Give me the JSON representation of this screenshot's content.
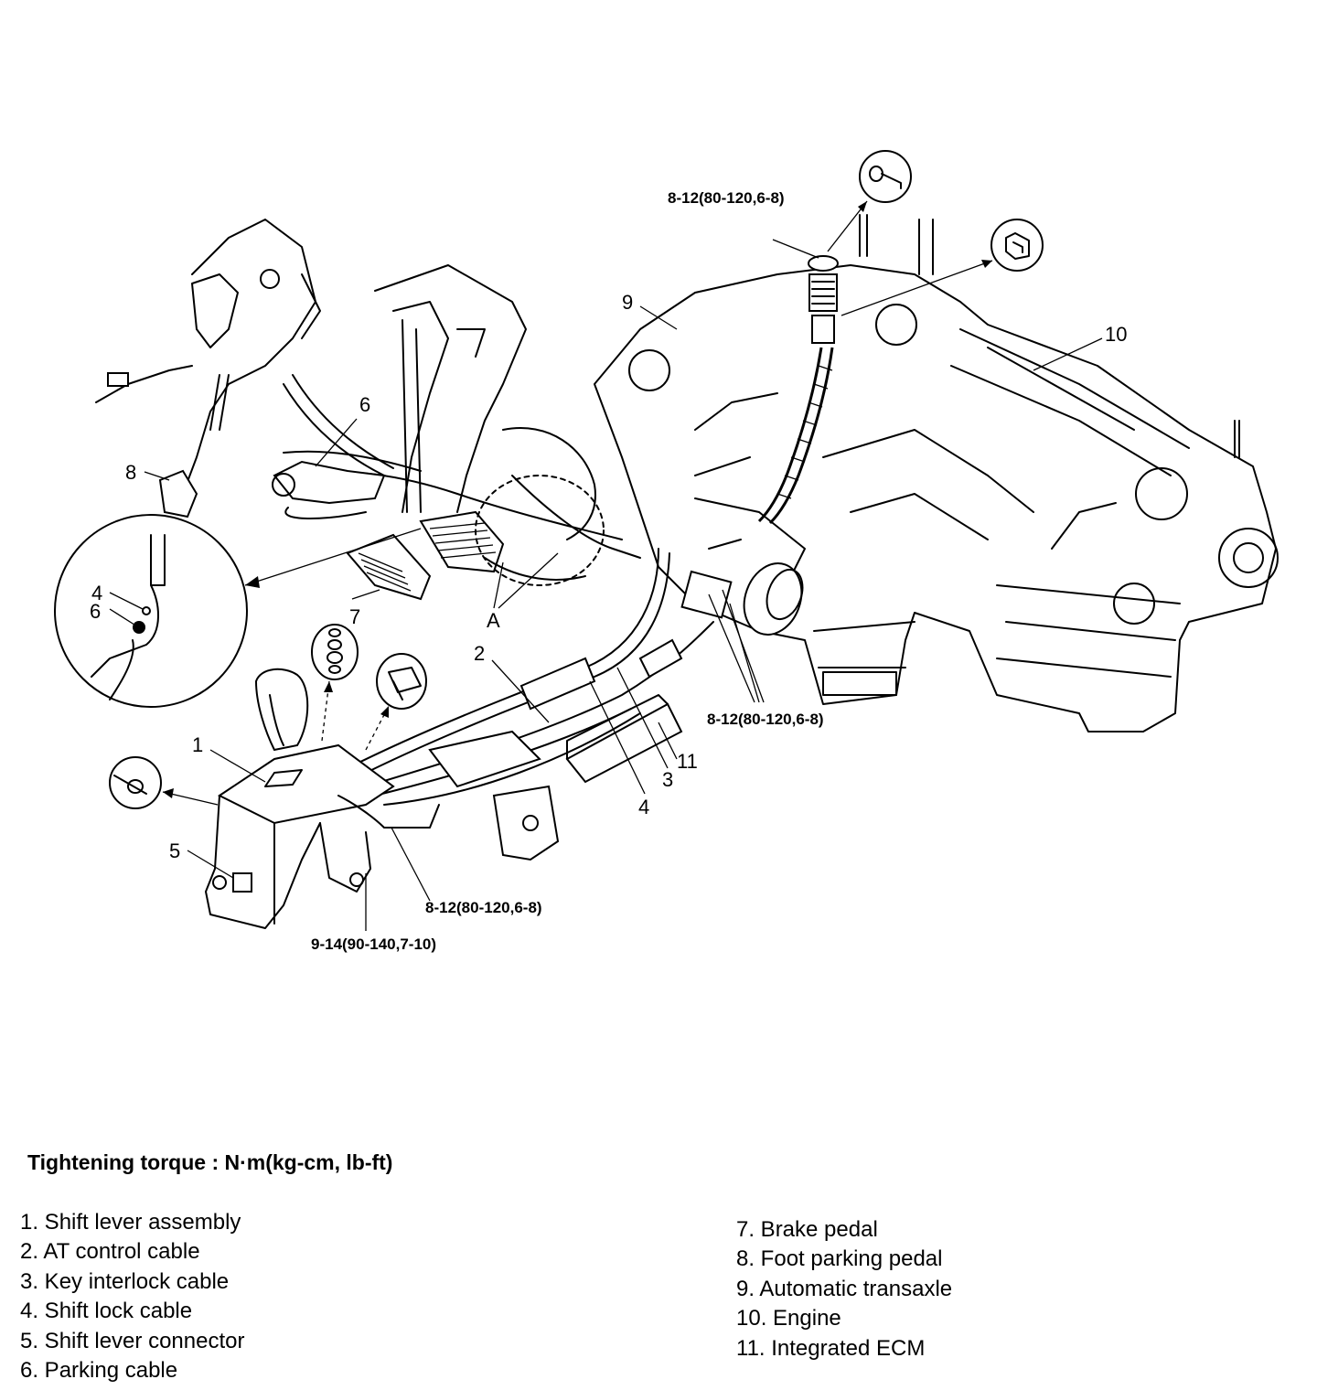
{
  "callouts": {
    "c1": "1",
    "c2": "2",
    "c3": "3",
    "c4": "4",
    "c5": "5",
    "c6": "6",
    "c7": "7",
    "c8": "8",
    "c9": "9",
    "c10": "10",
    "c11": "11",
    "a": "A",
    "detail_4": "4",
    "detail_6": "6"
  },
  "torque_labels": {
    "top_bracket": "8-12(80-120,6-8)",
    "transaxle_mount": "8-12(80-120,6-8)",
    "shift_bracket": "8-12(80-120,6-8)",
    "shift_base": "9-14(90-140,7-10)"
  },
  "legend": {
    "title": "Tightening torque : N·m(kg-cm, lb-ft)",
    "left": [
      "1. Shift lever assembly",
      "2. AT control cable",
      "3. Key interlock cable",
      "4. Shift lock cable",
      "5. Shift lever connector",
      "6. Parking cable"
    ],
    "right": [
      "7. Brake pedal",
      "8. Foot parking pedal",
      "9. Automatic transaxle",
      "10. Engine",
      "11. Integrated ECM"
    ]
  }
}
